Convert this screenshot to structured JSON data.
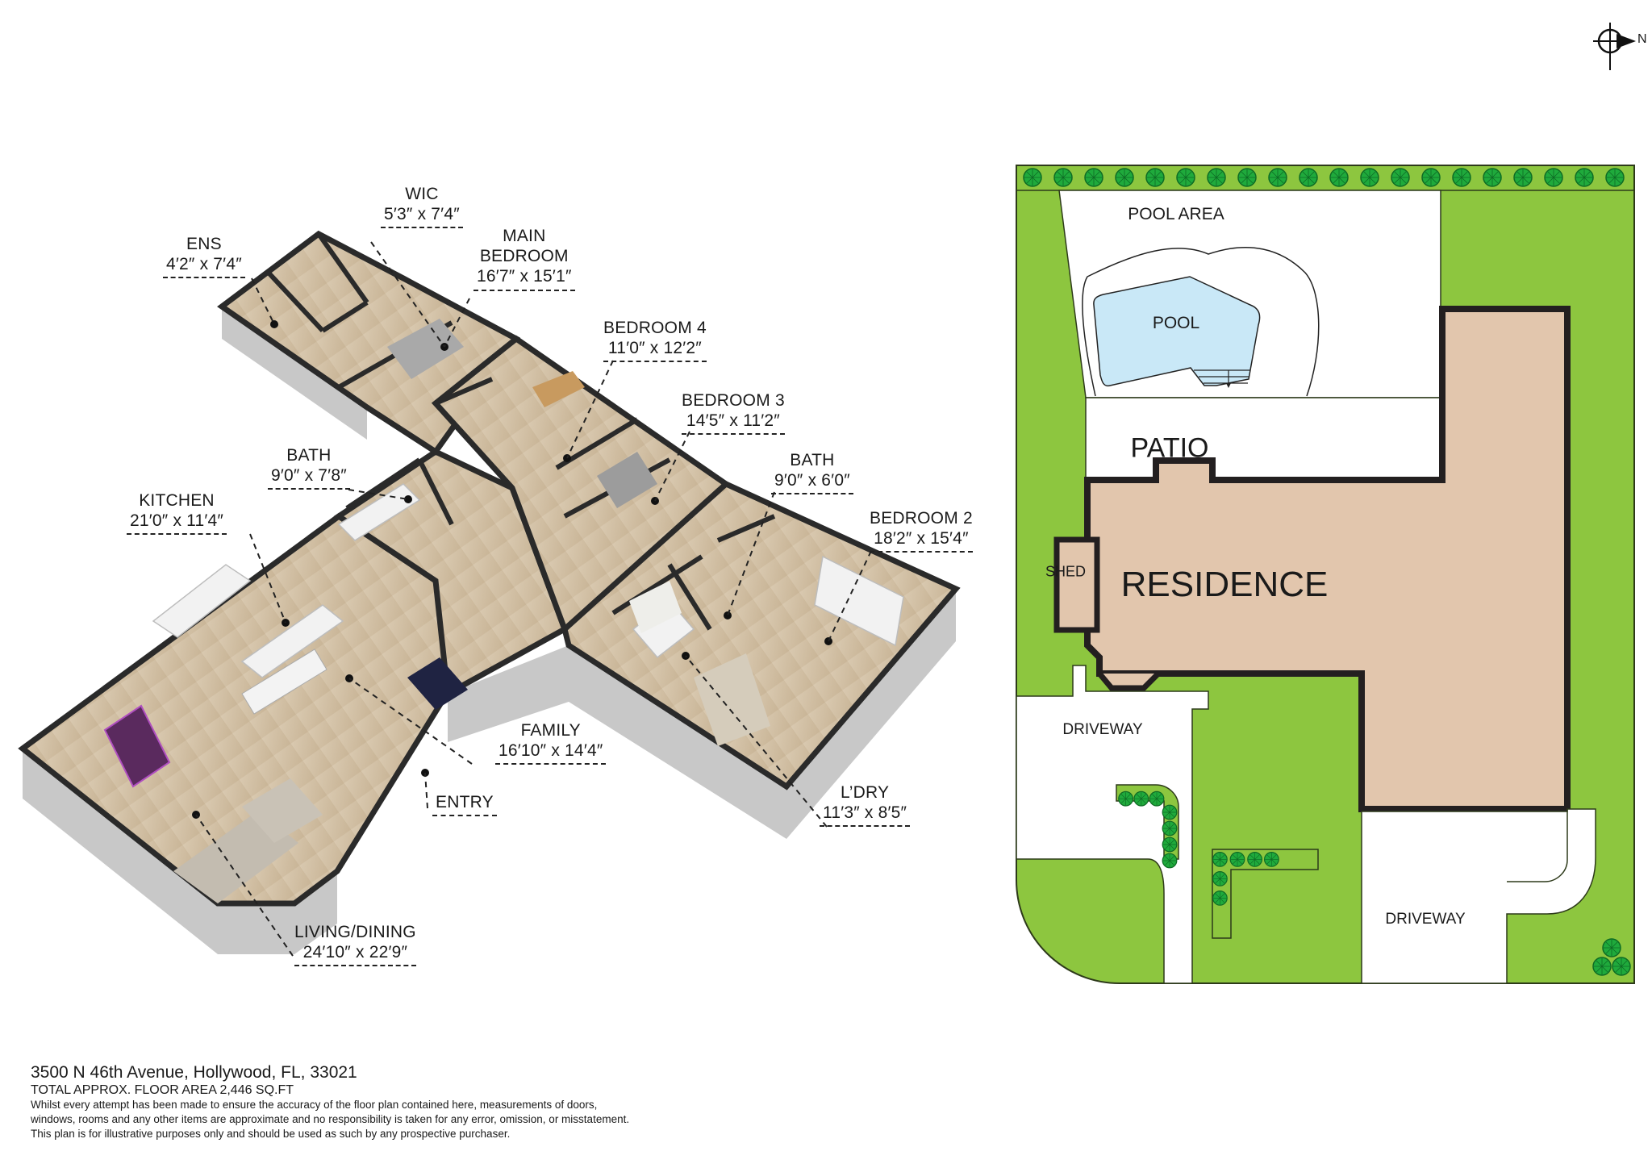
{
  "compass": {
    "label": "N",
    "icon": "north-arrow-icon"
  },
  "floor_plan": {
    "rooms": [
      {
        "id": "ens",
        "name": "ENS",
        "dims": "4′2″ x 7′4″"
      },
      {
        "id": "wic",
        "name": "WIC",
        "dims": "5′3″ x 7′4″"
      },
      {
        "id": "main-bedroom",
        "name": "MAIN BEDROOM",
        "name_line1": "MAIN",
        "name_line2": "BEDROOM",
        "dims": "16′7″ x 15′1″"
      },
      {
        "id": "bedroom-4",
        "name": "BEDROOM 4",
        "dims": "11′0″ x 12′2″"
      },
      {
        "id": "bedroom-3",
        "name": "BEDROOM 3",
        "dims": "14′5″ x 11′2″"
      },
      {
        "id": "bath-2",
        "name": "BATH",
        "dims": "9′0″ x 6′0″"
      },
      {
        "id": "bedroom-2",
        "name": "BEDROOM 2",
        "dims": "18′2″ x 15′4″"
      },
      {
        "id": "bath-1",
        "name": "BATH",
        "dims": "9′0″ x 7′8″"
      },
      {
        "id": "kitchen",
        "name": "KITCHEN",
        "dims": "21′0″ x 11′4″"
      },
      {
        "id": "family",
        "name": "FAMILY",
        "dims": "16′10″ x 14′4″"
      },
      {
        "id": "entry",
        "name": "ENTRY",
        "dims": ""
      },
      {
        "id": "laundry",
        "name": "L’DRY",
        "dims": "11′3″ x 8′5″"
      },
      {
        "id": "living-dining",
        "name": "LIVING/DINING",
        "dims": "24′10″ x 22′9″"
      }
    ]
  },
  "site_plan": {
    "labels": {
      "pool_area": "POOL AREA",
      "pool": "POOL",
      "patio": "PATIO",
      "residence": "RESIDENCE",
      "shed": "SHED",
      "driveway_1": "DRIVEWAY",
      "driveway_2": "DRIVEWAY"
    },
    "colors": {
      "lawn": "#8dc63f",
      "tree": "#1faa3c",
      "tree_dark": "#0e6b24",
      "residence": "#e2c6ad",
      "pool": "#c9e8f7",
      "wall": "#231f20",
      "paving": "#ffffff"
    }
  },
  "footer": {
    "address": "3500 N 46th Avenue, Hollywood, FL, 33021",
    "total_area": "TOTAL APPROX. FLOOR AREA 2,446 SQ.FT",
    "disclaimer_line1": "Whilst every attempt has been made to ensure the accuracy of the floor plan contained here, measurements of doors,",
    "disclaimer_line2": "windows, rooms and any other items are approximate and no responsibility is taken for any error, omission, or misstatement.",
    "disclaimer_line3": "This plan is for illustrative purposes only and should be used as such by any prospective purchaser."
  }
}
